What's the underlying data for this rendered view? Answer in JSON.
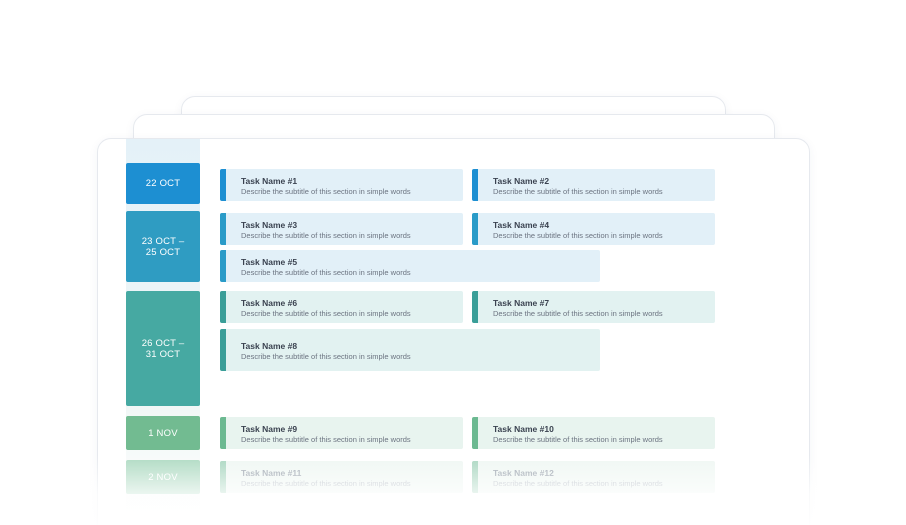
{
  "dates": [
    {
      "label": "22 OCT",
      "color": "#1d8fd2"
    },
    {
      "label": "23 OCT –\n25 OCT",
      "color": "#2f9cc2"
    },
    {
      "label": "26 OCT –\n31 OCT",
      "color": "#46a9a2"
    },
    {
      "label": "1 NOV",
      "color": "#72bb91"
    },
    {
      "label": "2 NOV",
      "color": "#aedac2"
    }
  ],
  "tasks": [
    {
      "title": "Task Name #1",
      "subtitle": "Describe the subtitle of this section in simple words"
    },
    {
      "title": "Task Name #2",
      "subtitle": "Describe the subtitle of this section in simple words"
    },
    {
      "title": "Task Name #3",
      "subtitle": "Describe the subtitle of this section in simple words"
    },
    {
      "title": "Task Name #4",
      "subtitle": "Describe the subtitle of this section in simple words"
    },
    {
      "title": "Task Name #5",
      "subtitle": "Describe the subtitle of this section in simple words"
    },
    {
      "title": "Task Name #6",
      "subtitle": "Describe the subtitle of this section in simple words"
    },
    {
      "title": "Task Name #7",
      "subtitle": "Describe the subtitle of this section in simple words"
    },
    {
      "title": "Task Name #8",
      "subtitle": "Describe the subtitle of this section in simple words"
    },
    {
      "title": "Task Name #9",
      "subtitle": "Describe the subtitle of this section in simple words"
    },
    {
      "title": "Task Name #10",
      "subtitle": "Describe the subtitle of this section in simple words"
    },
    {
      "title": "Task Name #11",
      "subtitle": "Describe the subtitle of this section in simple words"
    },
    {
      "title": "Task Name #12",
      "subtitle": "Describe the subtitle of this section in simple words"
    }
  ]
}
